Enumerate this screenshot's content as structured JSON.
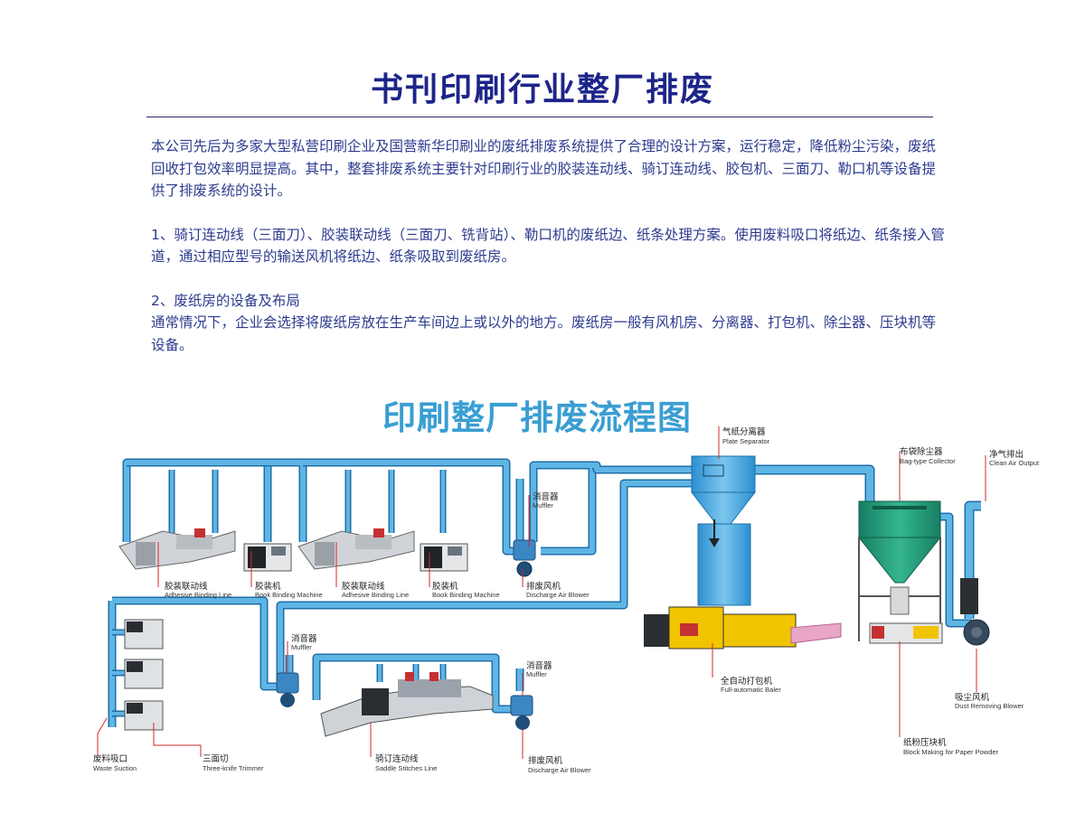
{
  "header": {
    "title": "书刊印刷行业整厂排废"
  },
  "intro": {
    "p1": "本公司先后为多家大型私营印刷企业及国营新华印刷业的废纸排废系统提供了合理的设计方案，运行稳定，降低粉尘污染，废纸回收打包效率明显提高。其中，整套排废系统主要针对印刷行业的胶装连动线、骑订连动线、胶包机、三面刀、勒口机等设备提供了排废系统的设计。",
    "p2": "1、骑订连动线（三面刀）、胶装联动线（三面刀、铣背站）、勒口机的废纸边、纸条处理方案。使用废料吸口将纸边、纸条接入管道，通过相应型号的输送风机将纸边、纸条吸取到废纸房。",
    "p3_title": "2、废纸房的设备及布局",
    "p3_body": "通常情况下，企业会选择将废纸房放在生产车间边上或以外的地方。废纸房一般有风机房、分离器、打包机、除尘器、压块机等设备。"
  },
  "diagram": {
    "title": "印刷整厂排废流程图",
    "labels": {
      "plate_separator": {
        "cn": "气纸分离器",
        "en": "Plate Separator"
      },
      "bag_collector": {
        "cn": "布袋除尘器",
        "en": "Bag-type Collector"
      },
      "clean_air": {
        "cn": "净气排出",
        "en": "Clean Air Output"
      },
      "muffler_top": {
        "cn": "消音器",
        "en": "Muffler"
      },
      "adhesive_1": {
        "cn": "胶装联动线",
        "en": "Adhesive Binding Line"
      },
      "book_binding_1": {
        "cn": "胶装机",
        "en": "Book Binding Machine"
      },
      "adhesive_2": {
        "cn": "胶装联动线",
        "en": "Adhesive Binding Line"
      },
      "book_binding_2": {
        "cn": "胶装机",
        "en": "Book Binding Machine"
      },
      "discharge_top": {
        "cn": "排废风机",
        "en": "Discharge Air Blower"
      },
      "muffler_mid": {
        "cn": "消音器",
        "en": "Muffler"
      },
      "muffler_low": {
        "cn": "消音器",
        "en": "Muffler"
      },
      "baler": {
        "cn": "全自动打包机",
        "en": "Full-automatic Baler"
      },
      "dust_blower": {
        "cn": "吸尘风机",
        "en": "Dust Removing Blower"
      },
      "block_maker": {
        "cn": "纸粉压块机",
        "en": "Block Making for Paper Powder"
      },
      "waste_suction": {
        "cn": "废料吸口",
        "en": "Waste Suction"
      },
      "trimmer": {
        "cn": "三面切",
        "en": "Three-knife Trimmer"
      },
      "saddle_line": {
        "cn": "骑订连动线",
        "en": "Saddle Stitches Line"
      },
      "discharge_low": {
        "cn": "排废风机",
        "en": "Discharge Air Blower"
      }
    },
    "colors": {
      "pipe": "#4aa6dc",
      "pipe_edge": "#1d6fa8",
      "leader": "#d6272b",
      "baler_yellow": "#f1c400",
      "collector_green": "#1e9a7a"
    }
  }
}
